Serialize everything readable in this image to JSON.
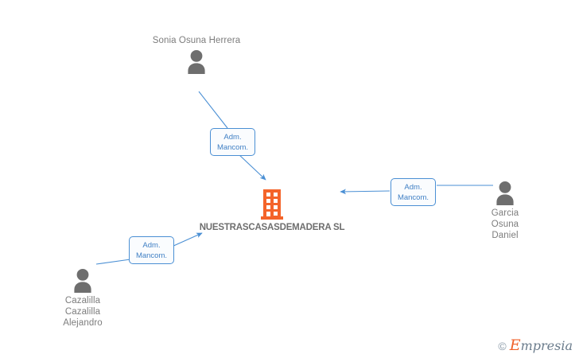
{
  "diagram": {
    "background_color": "#ffffff",
    "edge_color": "#4a8fd4",
    "company_color": "#f4642a",
    "person_color": "#6e6e6e",
    "label_text_color": "#3f7fc4",
    "label_border_color": "#4a8fd4",
    "label_fill_color": "#fafcfe"
  },
  "company": {
    "name": "NUESTRASCASASDEMADERA SL",
    "icon": "building-icon"
  },
  "people": [
    {
      "id": "sonia-osuna-herrera",
      "name": "Sonia Osuna Herrera",
      "icon": "person-icon",
      "label_position": "above"
    },
    {
      "id": "garcia-osuna-daniel",
      "name": "Garcia Osuna Daniel",
      "icon": "person-icon",
      "label_position": "below"
    },
    {
      "id": "cazalilla-cazalilla-alejandro",
      "name": "Cazalilla Cazalilla Alejandro",
      "icon": "person-icon",
      "label_position": "below"
    }
  ],
  "relations": [
    {
      "id": "rel-sonia",
      "label": "Adm. Mancom.",
      "from": "sonia-osuna-herrera",
      "to": "company"
    },
    {
      "id": "rel-garcia",
      "label": "Adm. Mancom.",
      "from": "garcia-osuna-daniel",
      "to": "company"
    },
    {
      "id": "rel-cazalilla",
      "label": "Adm. Mancom.",
      "from": "cazalilla-cazalilla-alejandro",
      "to": "company"
    }
  ],
  "watermark": {
    "copyright": "©",
    "brand_initial": "E",
    "brand_rest": "mpresia"
  }
}
